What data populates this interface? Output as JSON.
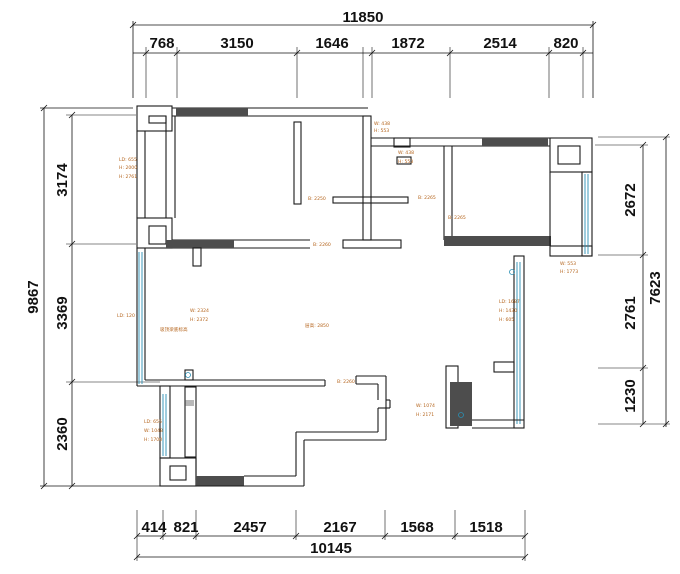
{
  "dimensions": {
    "top_total": "11850",
    "top_segments": [
      "768",
      "3150",
      "1646",
      "1872",
      "2514",
      "820"
    ],
    "bottom_total": "10145",
    "bottom_segments": [
      "414",
      "821",
      "2457",
      "2167",
      "1568",
      "1518"
    ],
    "left_total": "9867",
    "left_segments": [
      "3174",
      "3369",
      "2360"
    ],
    "right_segments": [
      "2672",
      "2761",
      "1230"
    ],
    "right_total": "7623"
  },
  "annotations": {
    "w_438_a": "W: 438",
    "h_553_a": "H: 553",
    "w_438_b": "W: 438",
    "h_553_b": "H: 553",
    "ld_655_a": "LD: 655",
    "h_2000_a": "H: 2000",
    "h_2761": "H: 2761",
    "b_2250": "B: 2250",
    "b_2265": "B: 2265",
    "b_2260": "B: 2260",
    "b_2265_b": "B: 2265",
    "ld_120": "LD: 120",
    "w_2324": "W: 2324",
    "h_2372": "H: 2372",
    "room_label": "吸顶梁底标高",
    "floor_height": "层高: 2850",
    "ld_1687": "LD: 1687",
    "h_1430": "H: 1430",
    "h_605": "H: 605",
    "w_553": "W: 553",
    "h_1773": "H: 1773",
    "b_2260_low": "B: 2260",
    "w_1074": "W: 1074",
    "h_2171": "H: 2171",
    "ld_655_b": "LD: 655",
    "w_1048": "W: 1048",
    "h_1700": "H: 1700"
  }
}
